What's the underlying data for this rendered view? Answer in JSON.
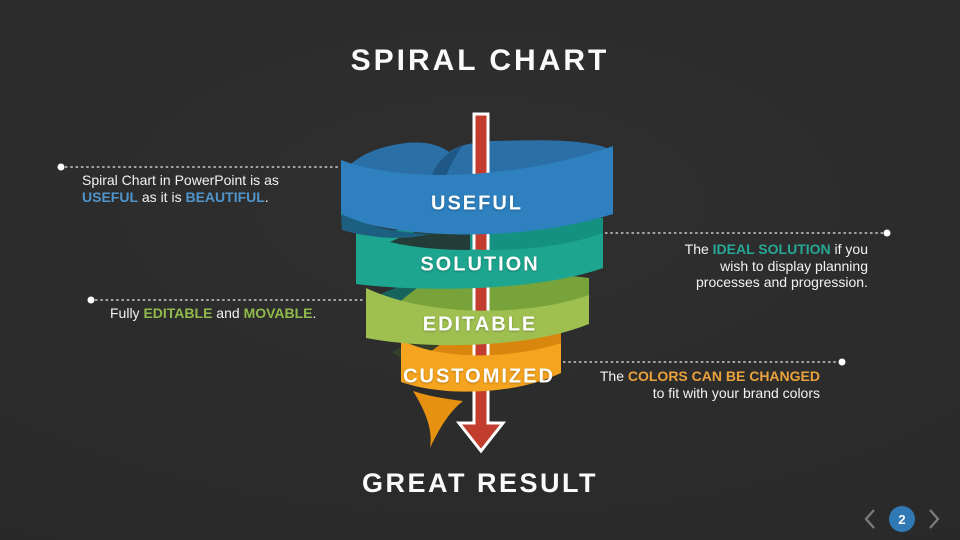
{
  "slide": {
    "title": "SPIRAL CHART",
    "result_label": "GREAT RESULT"
  },
  "funnel": {
    "arrow_color": "#c23d2e",
    "levels": [
      {
        "label": "USEFUL",
        "color": "#2e80bf",
        "dark": "#2b6fa7"
      },
      {
        "label": "SOLUTION",
        "color": "#1da58f",
        "dark": "#149181"
      },
      {
        "label": "EDITABLE",
        "color": "#9fc050",
        "dark": "#78a23a"
      },
      {
        "label": "CUSTOMIZED",
        "color": "#f5a41f",
        "dark": "#d8860d"
      }
    ]
  },
  "callouts": {
    "useful": {
      "line1": "Spiral Chart in PowerPoint is as",
      "accent1": "USEFUL",
      "mid": " as it is ",
      "accent2": "BEAUTIFUL",
      "end": ".",
      "accent_color": "#4f94cb"
    },
    "solution": {
      "pre": "The ",
      "accent": "IDEAL SOLUTION",
      "post": " if you",
      "line2": "wish to display planning",
      "line3": "processes and progression.",
      "accent_color": "#27a795"
    },
    "editable": {
      "pre": "Fully ",
      "accent1": "EDITABLE",
      "mid": " and ",
      "accent2": "MOVABLE",
      "end": ".",
      "accent_color": "#90ba4b"
    },
    "customized": {
      "pre": "The ",
      "accent": "COLORS CAN BE CHANGED",
      "line2": "to fit with your brand colors",
      "accent_color": "#eaa23c"
    }
  },
  "nav": {
    "page_number": "2",
    "circle_color": "#3079b5"
  }
}
